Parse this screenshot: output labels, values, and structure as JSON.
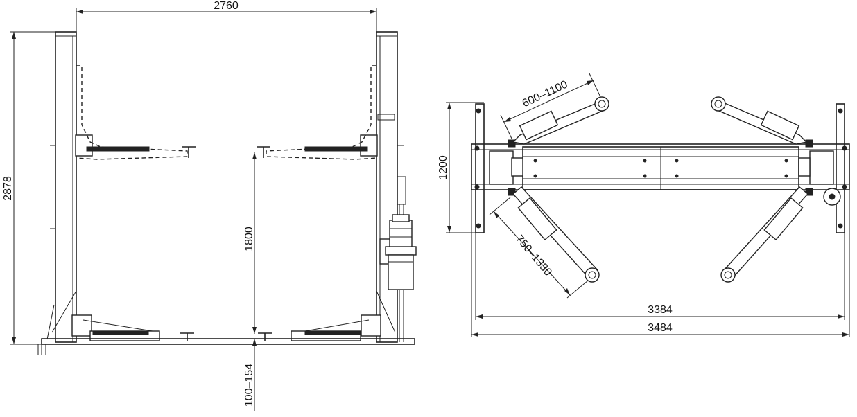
{
  "front_view": {
    "width_dim": "2760",
    "height_dim": "2878",
    "lift_height_dim": "1800",
    "min_height_dim": "100–154"
  },
  "top_view": {
    "width_inner_dim": "3384",
    "width_outer_dim": "3484",
    "depth_dim": "1200",
    "short_arm_dim": "600–1100",
    "long_arm_dim": "750–1330"
  }
}
